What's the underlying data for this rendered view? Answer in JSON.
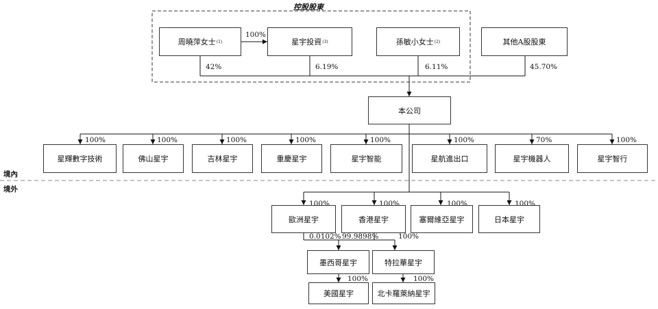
{
  "group_title": "控股股東",
  "shareholders": [
    {
      "name": "周曉萍女士",
      "note": "(1)"
    },
    {
      "name": "星宇投資",
      "note": "(3)"
    },
    {
      "name": "孫敏小女士",
      "note": "(2)"
    },
    {
      "name": "其他A股股東",
      "note": ""
    }
  ],
  "holding_link_pct": "100%",
  "shareholder_pcts": [
    "42%",
    "6.19%",
    "6.11%",
    "45.70%"
  ],
  "company": "本公司",
  "domestic_label": "境內",
  "overseas_label": "境外",
  "domestic_subs": [
    {
      "name": "星輝數字技術",
      "pct": "100%"
    },
    {
      "name": "佛山星宇",
      "pct": "100%"
    },
    {
      "name": "吉林星宇",
      "pct": "100%"
    },
    {
      "name": "重慶星宇",
      "pct": "100%"
    },
    {
      "name": "星宇智能",
      "pct": "100%"
    },
    {
      "name": "星航進出口",
      "pct": "100%"
    },
    {
      "name": "星宇機器人",
      "pct": "70%"
    },
    {
      "name": "星宇智行",
      "pct": "100%"
    }
  ],
  "overseas_subs": [
    {
      "name": "歐洲星宇",
      "pct": "100%"
    },
    {
      "name": "香港星宇",
      "pct": "100%"
    },
    {
      "name": "塞爾維亞星宇",
      "pct": "100%"
    },
    {
      "name": "日本星宇",
      "pct": "100%"
    }
  ],
  "mexico": {
    "name": "墨西哥星宇",
    "pct_from_europe": "0.0102%",
    "pct_from_hk": "99.9898%"
  },
  "tesla_sub": {
    "name": "特拉華星宇",
    "pct": "100%"
  },
  "usa": {
    "name": "美國星宇",
    "pct": "100%"
  },
  "nc": {
    "name": "北卡羅萊納星宇",
    "pct": "100%"
  }
}
